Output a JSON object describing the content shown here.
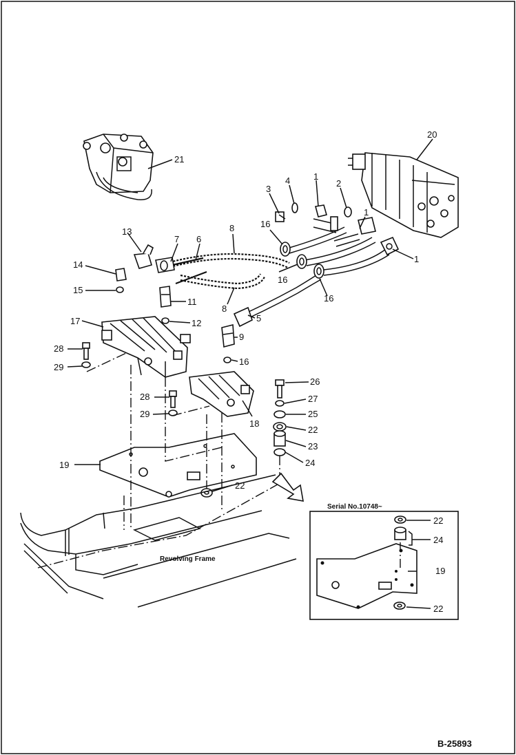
{
  "callouts": {
    "c1a": "1",
    "c1b": "1",
    "c1c": "1",
    "c2": "2",
    "c3": "3",
    "c4": "4",
    "c5": "5",
    "c6": "6",
    "c7": "7",
    "c8a": "8",
    "c8b": "8",
    "c9": "9",
    "c10": "16",
    "c11": "11",
    "c12": "12",
    "c13": "13",
    "c14": "14",
    "c15": "15",
    "c16a": "16",
    "c16b": "16",
    "c16c": "16",
    "c17": "17",
    "c18": "18",
    "c19a": "19",
    "c19b": "19",
    "c20": "20",
    "c21": "21",
    "c22a": "22",
    "c22b": "22",
    "c22c": "22",
    "c22d": "22",
    "c23": "23",
    "c24a": "24",
    "c24b": "24",
    "c25": "25",
    "c26": "26",
    "c27": "27",
    "c28a": "28",
    "c28b": "28",
    "c29a": "29",
    "c29b": "29"
  },
  "frame_label": "Revolving Frame",
  "inset_title": "Serial No.10748~",
  "reference_code": "B-25893"
}
